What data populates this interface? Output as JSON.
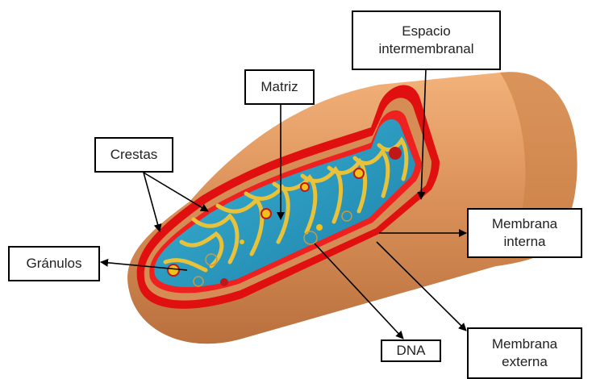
{
  "labels": {
    "espacio": [
      "Espacio",
      "intermembranal"
    ],
    "matriz": "Matriz",
    "crestas": "Crestas",
    "granulos": "Gránulos",
    "membrana_interna": [
      "Membrana",
      "interna"
    ],
    "membrana_externa": [
      "Membrana",
      "externa"
    ],
    "dna": "DNA"
  },
  "colors": {
    "outer_membrane": "#d98f57",
    "outer_membrane_red": "#e01010",
    "matrix": "#2aa0c6",
    "cristae": "#e8c23a",
    "granule_red": "#c01818",
    "granule_yellow": "#f2c21a"
  }
}
